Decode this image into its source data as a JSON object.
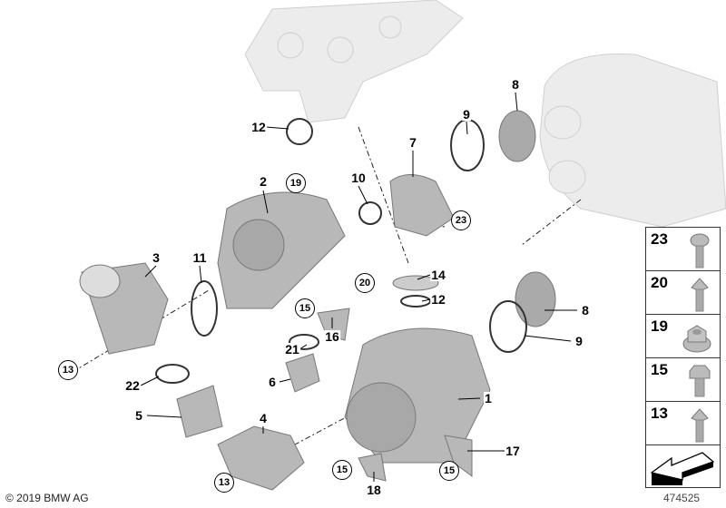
{
  "callouts": [
    "12",
    "8",
    "9",
    "7",
    "10",
    "2",
    "3",
    "11",
    "14",
    "12",
    "8",
    "16",
    "9",
    "21",
    "6",
    "22",
    "1",
    "5",
    "4",
    "17",
    "18"
  ],
  "circled_callouts": [
    "19",
    "23",
    "20",
    "15",
    "13",
    "15",
    "13",
    "15"
  ],
  "legend": [
    {
      "number": "23",
      "part": "torx-screw-icon"
    },
    {
      "number": "20",
      "part": "flange-bolt-icon"
    },
    {
      "number": "19",
      "part": "flange-nut-icon"
    },
    {
      "number": "15",
      "part": "hex-bolt-icon"
    },
    {
      "number": "13",
      "part": "collar-bolt-icon"
    }
  ],
  "copyright": "© 2019 BMW AG",
  "diagram_id": "474525",
  "colors": {
    "part": "#b8b8b8",
    "ghost": "#e4e4e4",
    "line": "#000000"
  }
}
